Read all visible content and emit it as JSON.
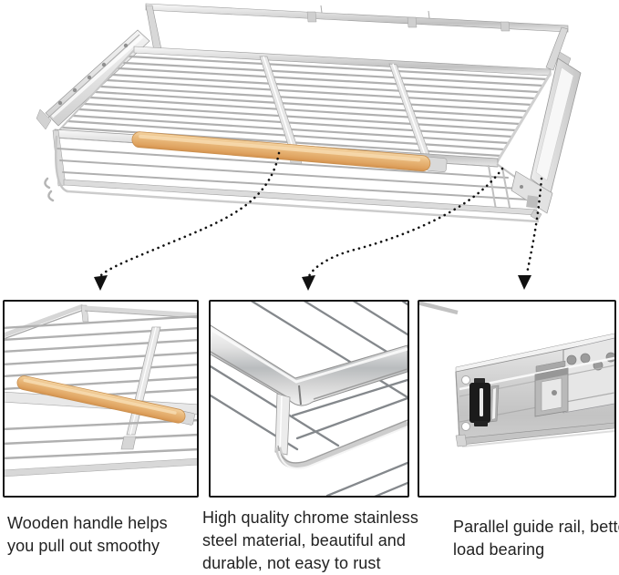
{
  "figure": {
    "type": "product-infographic",
    "subject": "pull-out chrome wire basket with wooden handle and guide rails"
  },
  "colors": {
    "background": "#ffffff",
    "text": "#222222",
    "arrow": "#111111",
    "box_border": "#151515",
    "wire": "#b0b0b0",
    "wire_dark": "#84888c",
    "wood": "#e9b87a",
    "chrome_light": "#f2f2f2",
    "chrome_mid": "#c9c9c9",
    "chrome_dark": "#9a9a9a"
  },
  "callouts": [
    {
      "id": "wooden-handle",
      "caption": "Wooden handle helps you pull out smoothy"
    },
    {
      "id": "chrome-frame",
      "caption": "High quality chrome stainless steel material, beautiful and durable, not easy to rust"
    },
    {
      "id": "guide-rail",
      "caption": "Parallel guide rail, better load bearing"
    }
  ]
}
